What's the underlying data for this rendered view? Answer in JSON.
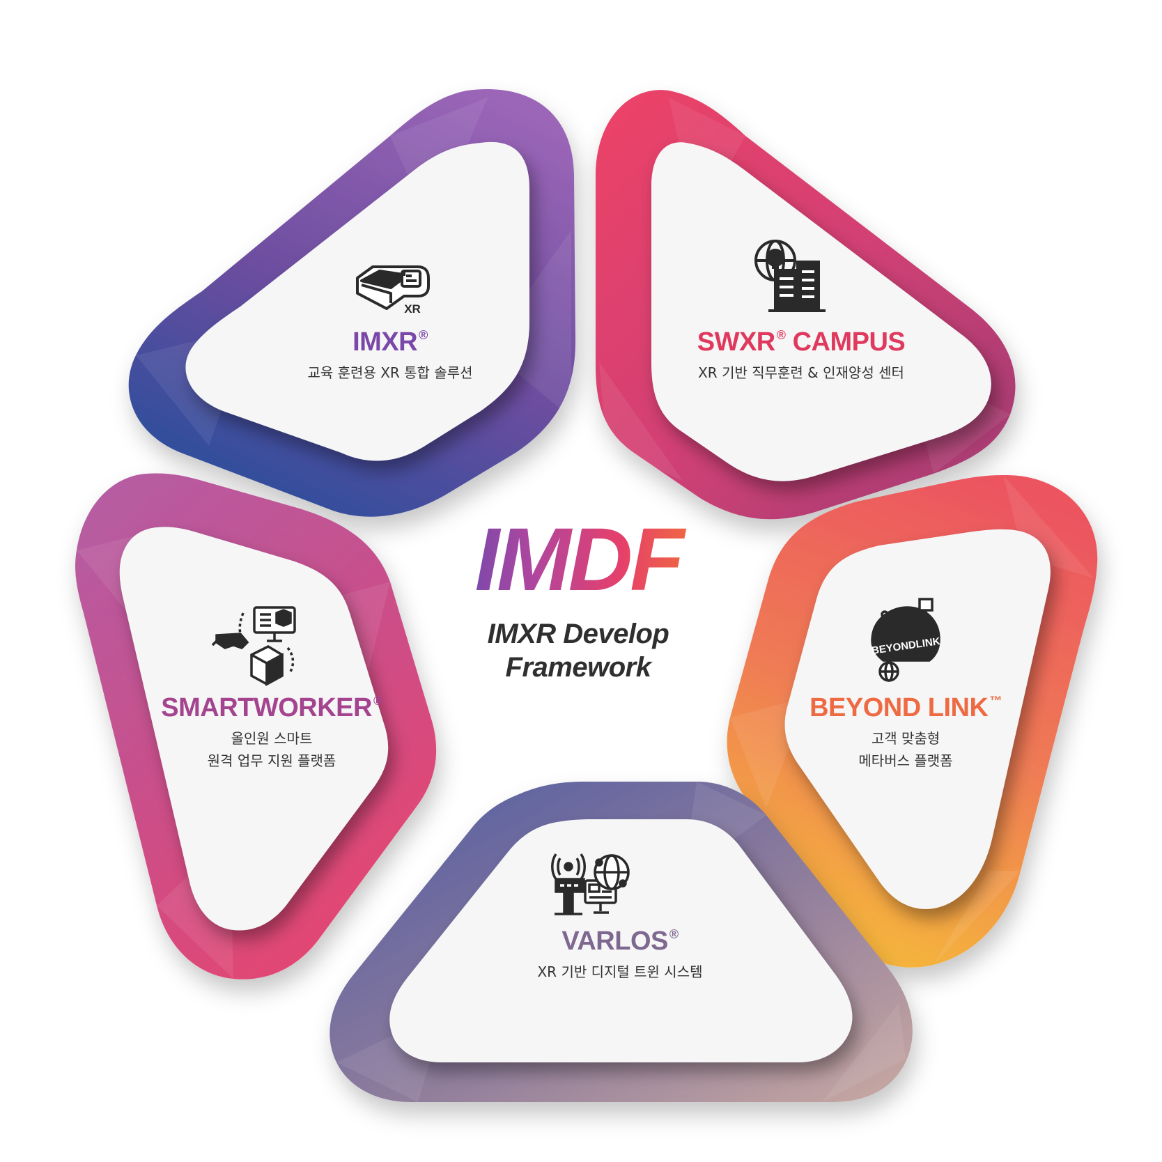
{
  "center": {
    "logo": "IMDF",
    "subtitle_line1": "IMXR Develop",
    "subtitle_line2": "Framework"
  },
  "tiles": [
    {
      "id": "imxr",
      "title": "IMXR",
      "mark": "®",
      "subtitle": "교육 훈련용 XR 통합 솔루션",
      "subtitle2": "",
      "icon": "vr-headset-icon",
      "icon_label": "XR",
      "title_color": "#7a48a8",
      "gradient": [
        "#9a62b5",
        "#2f4f9a"
      ]
    },
    {
      "id": "swxr",
      "title": "SWXR",
      "mark": "®",
      "title_suffix": " CAMPUS",
      "subtitle": "XR 기반 직무훈련 & 인재양성 센터",
      "subtitle2": "",
      "icon": "campus-building-icon",
      "title_color": "#e0395e",
      "gradient": [
        "#ec4470",
        "#a23a72"
      ]
    },
    {
      "id": "beyondlink",
      "title": "BEYOND LINK",
      "mark": "™",
      "subtitle": "고객 맞춤형",
      "subtitle2": "메타버스 플랫폼",
      "icon": "globe-network-icon",
      "icon_label": "BEYONDLINK",
      "title_color": "#ee6a42",
      "gradient": [
        "#ee5b5c",
        "#f3ac3c"
      ]
    },
    {
      "id": "varlos",
      "title": "VARLOS",
      "mark": "®",
      "subtitle": "XR 기반 디지털 트윈 시스템",
      "subtitle2": "",
      "icon": "digital-twin-icon",
      "title_color": "#7e6890",
      "gradient": [
        "#5b5aa0",
        "#b99a9b"
      ]
    },
    {
      "id": "smartworker",
      "title": "SMARTWORKER",
      "mark": "®",
      "subtitle": "올인원 스마트",
      "subtitle2": "원격 업무 지원 플랫폼",
      "icon": "remote-work-icon",
      "title_color": "#a4448f",
      "gradient": [
        "#b9599e",
        "#df4a74"
      ]
    }
  ]
}
